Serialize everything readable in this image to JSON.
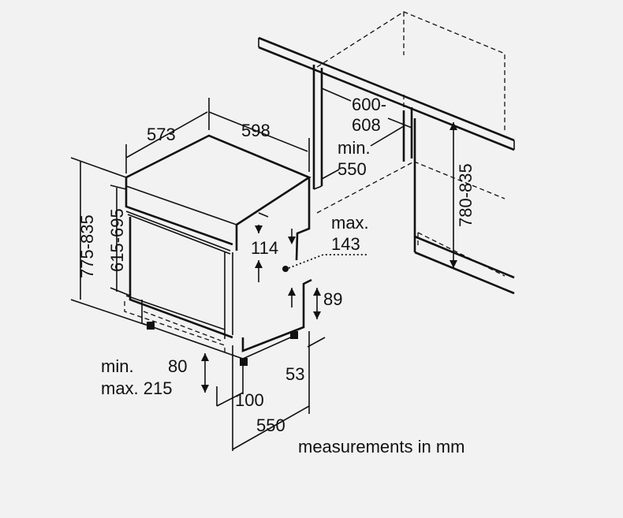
{
  "labels": {
    "depth": "573",
    "width": "598",
    "niche_width_1": "600-",
    "niche_width_2": "608",
    "niche_depth_1": "min.",
    "niche_depth_2": "550",
    "niche_height": "780-835",
    "total_height": "775-835",
    "door_height": "615-695",
    "panel_max_1": "max.",
    "panel_max_2": "143",
    "panel_gap": "114",
    "foot_89": "89",
    "foot_53": "53",
    "plinth_min_label": "min.",
    "plinth_min_value": "80",
    "plinth_max_label": "max. 215",
    "plinth_100": "100",
    "bottom_depth": "550",
    "footer": "measurements in mm"
  }
}
